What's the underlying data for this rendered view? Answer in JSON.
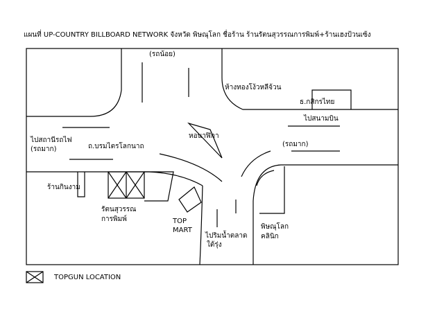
{
  "title": "แผนที่ UP-COUNTRY BILLBOARD NETWORK จังหวัด พิษณุโลก ชื่อร้าน ร้านรัตนสุวรรณการพิมพ์+ร้านเฮงป้วนเซ้ง",
  "labels": {
    "rot_noi": "(รถน้อย)",
    "hang_thong": "ห้างทองโง้วหลีจ้วน",
    "kasikorn": "ธ.กสิกรไทย",
    "pai_sanambin": "ไปสนามบิน",
    "pai_sathani_1": "ไปสถานีรถไฟ",
    "pai_sathani_2": "(รถมาก)",
    "ho_nalika": "หอนาฬิกา",
    "rot_mak": "(รถมาก)",
    "road_boromtrai": "ถ.บรมไตรโลกนาถ",
    "ran_kinngam": "ร้านกินงาม",
    "rattana_1": "รัตนสุวรรณ",
    "rattana_2": "การพิมพ์",
    "topmart_1": "TOP",
    "topmart_2": "MART",
    "pai_rim_1": "ไปริมน้ำตลาด",
    "pai_rim_2": "ใต้รุ่ง",
    "phitsanulok_1": "พิษณุโลก",
    "phitsanulok_2": "คลินิก"
  },
  "legend": {
    "label": "TOPGUN LOCATION",
    "icon": "crossed-box-icon"
  },
  "colors": {
    "line": "#000000",
    "background": "#ffffff"
  }
}
